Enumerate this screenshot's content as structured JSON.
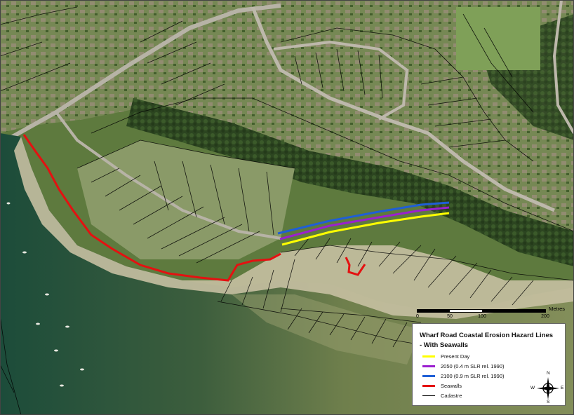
{
  "legend": {
    "title": "Wharf Road Coastal Erosion Hazard Lines",
    "subtitle": "- With Seawalls",
    "items": [
      {
        "label": "Present Day",
        "color": "#ffff00"
      },
      {
        "label": "2050 (0.4 m SLR rel. 1990)",
        "color": "#9b1fd0"
      },
      {
        "label": "2100 (0.9 m SLR rel. 1990)",
        "color": "#1f5fd6"
      },
      {
        "label": "Seawalls",
        "color": "#e41111"
      },
      {
        "label": "Cadastre",
        "color": "#000000"
      }
    ]
  },
  "scale": {
    "unit": "Metres",
    "ticks": [
      "0",
      "50",
      "100",
      "200"
    ]
  },
  "compass": {
    "n": "N",
    "s": "S",
    "e": "E",
    "w": "W",
    "icon": "north-arrow-compass"
  },
  "colors": {
    "water_deep": "#1f5440",
    "water_shallow": "#7b8a57",
    "sand": "#c9c1a5",
    "vegetation": "#2f4a20",
    "grass": "#7f9a55"
  }
}
